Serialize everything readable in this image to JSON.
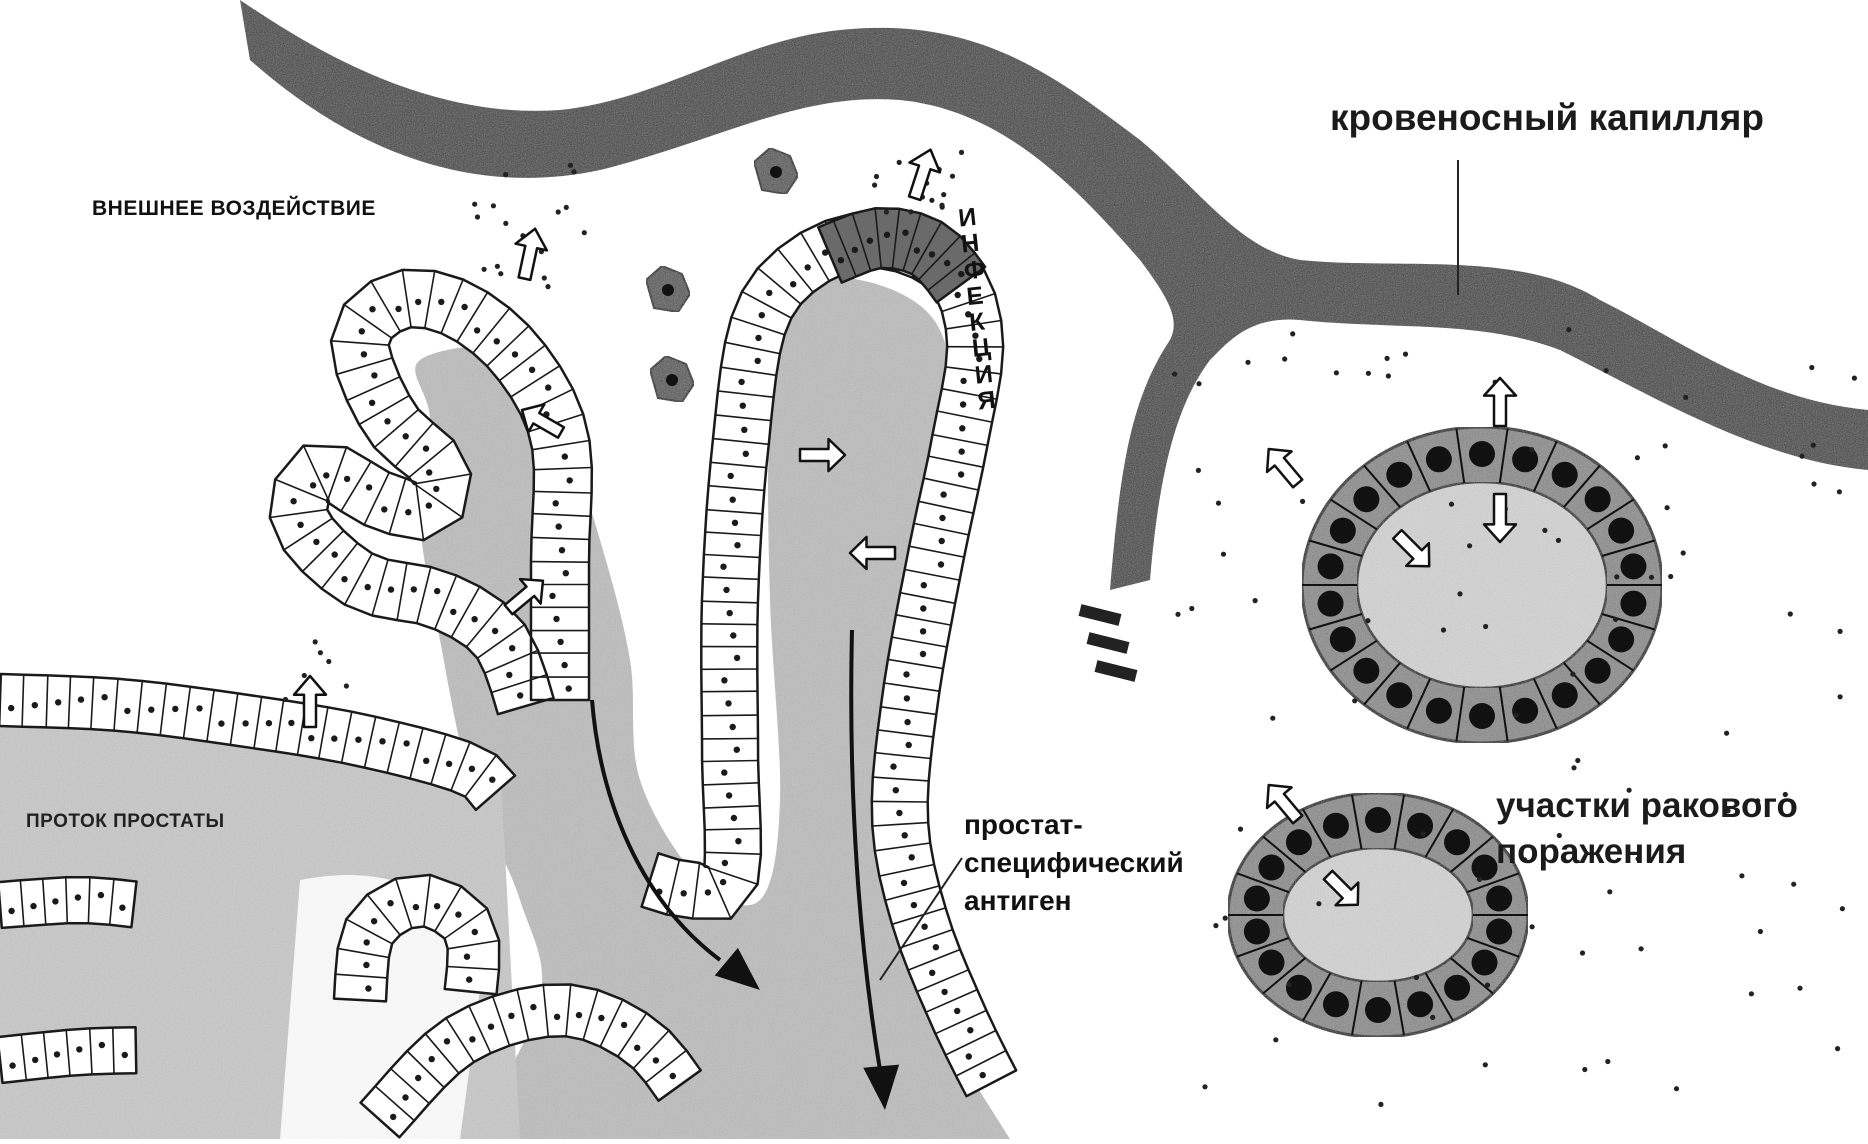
{
  "labels": {
    "capillary": "кровеносный капилляр",
    "external_influence": "ВНЕШНЕЕ ВОЗДЕЙСТВИЕ",
    "infection": "ИНФЕКЦИЯ",
    "prostate_duct": "ПРОТОК ПРОСТАТЫ",
    "psa": "простат-\nспецифический\nантиген",
    "cancer_sites": "участки ракового\nпоражения"
  },
  "colors": {
    "vessel": "#3e3e3e",
    "lumen": "#bdbdbd",
    "cell_fill": "#ffffff",
    "cell_line": "#1a1a1a",
    "nucleus": "#1a1a1a",
    "tumor_cell": "#8a8a8a",
    "tumor_nucleus": "#111111",
    "background": "#ffffff"
  },
  "icons": [
    "open-arrow-icon",
    "flow-arrow-icon",
    "cancer-nodule-icon",
    "macrophage-icon"
  ]
}
